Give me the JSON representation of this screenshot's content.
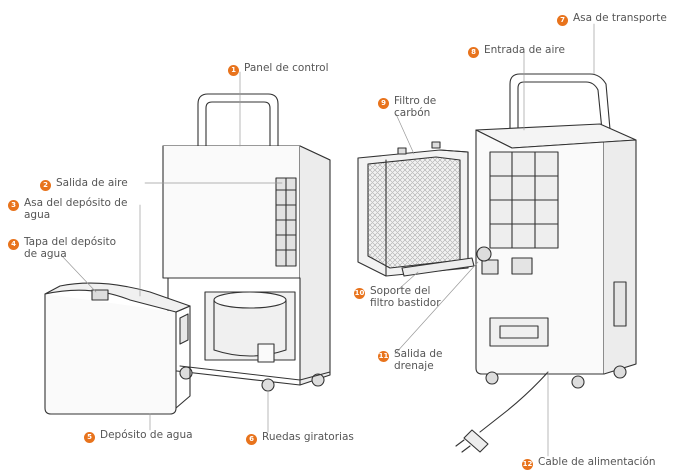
{
  "accent_color": "#e8731c",
  "labels": [
    {
      "num": "1",
      "text": "Panel de control"
    },
    {
      "num": "2",
      "text": "Salida de aire"
    },
    {
      "num": "3",
      "text": "Asa del depósito de\nagua"
    },
    {
      "num": "4",
      "text": "Tapa del depósito\nde agua"
    },
    {
      "num": "5",
      "text": "Depósito de agua"
    },
    {
      "num": "6",
      "text": "Ruedas giratorias"
    },
    {
      "num": "7",
      "text": "Asa de transporte"
    },
    {
      "num": "8",
      "text": "Entrada de aire"
    },
    {
      "num": "9",
      "text": "Filtro de\ncarbón"
    },
    {
      "num": "10",
      "text": "Soporte del\nfiltro bastidor"
    },
    {
      "num": "11",
      "text": "Salida de\ndrenaje"
    },
    {
      "num": "12",
      "text": "Cable de alimentación"
    }
  ]
}
